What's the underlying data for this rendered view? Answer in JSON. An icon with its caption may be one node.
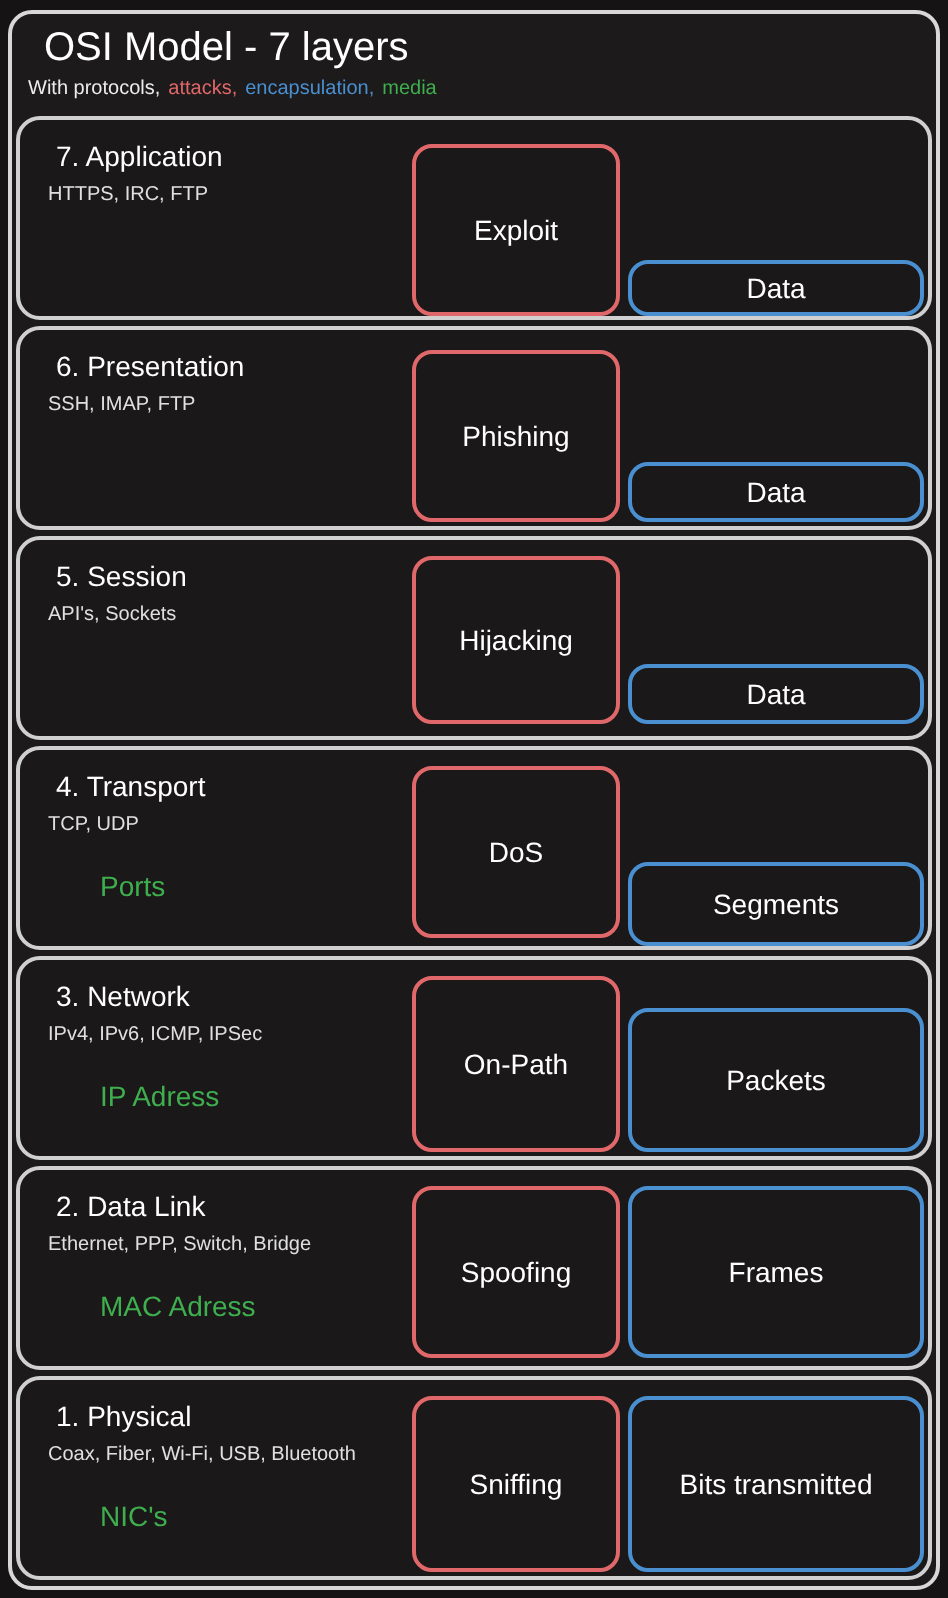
{
  "diagram": {
    "title": "OSI Model - 7 layers",
    "nodes": [
      {
        "text": [
          "7. Application",
          "HTTPS, IRC, FTP"
        ]
      },
      {
        "text": [
          "Exploit"
        ],
        "in": 0
      },
      {
        "text": [
          "Data"
        ],
        "in": 0
      },
      {
        "text": [
          "6. Presentation",
          "SSH, IMAP, FTP"
        ]
      },
      {
        "text": [
          "Phishing"
        ],
        "in": 3
      },
      {
        "text": [
          "Data"
        ],
        "in": 3
      },
      {
        "text": [
          "5. Session",
          "API's, Sockets"
        ]
      },
      {
        "text": [
          "Hijacking"
        ],
        "in": 6
      },
      {
        "text": [
          "Data"
        ],
        "in": 6
      },
      {
        "text": [
          "4. Transport",
          "TCP, UDP",
          "Ports"
        ]
      },
      {
        "text": [
          "DoS"
        ],
        "in": 9
      },
      {
        "text": [
          "Segments"
        ],
        "in": 9
      },
      {
        "text": [
          "3. Network",
          "IPv4, IPv6, ICMP, IPSec",
          "IP Adress"
        ]
      },
      {
        "text": [
          "On-Path"
        ],
        "in": 12
      },
      {
        "text": [
          "Packets"
        ],
        "in": 12
      },
      {
        "text": [
          "2. Data Link",
          "Ethernet, PPP, Switch, Bridge",
          "MAC Adress"
        ]
      },
      {
        "text": [
          "Spoofing"
        ],
        "in": 15
      },
      {
        "text": [
          "Frames"
        ],
        "in": 15
      },
      {
        "text": [
          "1. Physical",
          "Coax, Fiber, Wi-Fi, USB, Bluetooth",
          "NIC's"
        ]
      },
      {
        "text": [
          "Sniffing"
        ],
        "in": 18
      },
      {
        "text": [
          "Bits transmitted"
        ],
        "in": 18
      }
    ],
    "labels": [
      "With protocols,"
    ],
    "legend": [
      {
        "text": "attacks,",
        "color": "#e0686b"
      },
      {
        "text": "encapsulation,",
        "color": "#4a8fd0"
      },
      {
        "text": "media",
        "color": "#3fae4f"
      }
    ]
  }
}
